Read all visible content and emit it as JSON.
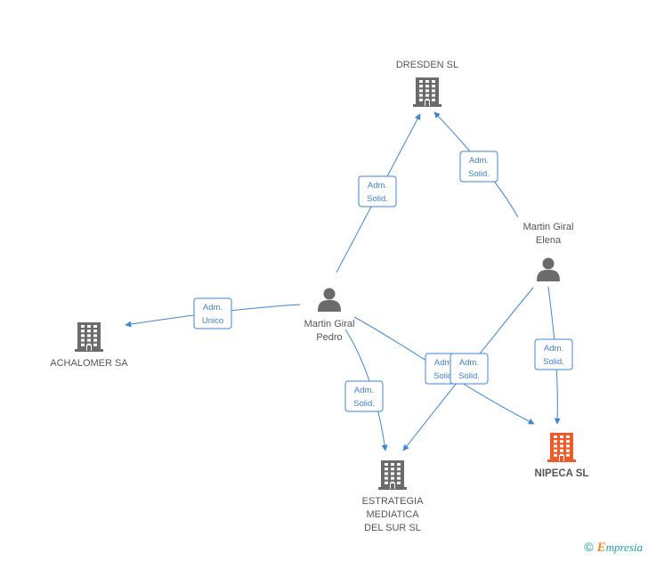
{
  "colors": {
    "edge": "#3d86d8",
    "building": "#6b6b6b",
    "building_highlight": "#f05a28",
    "person": "#6b6b6b"
  },
  "nodes": [
    {
      "id": "dresden",
      "type": "company",
      "icon": "building-icon",
      "lines": [
        "DRESDEN SL"
      ],
      "highlight": false
    },
    {
      "id": "achalomer",
      "type": "company",
      "icon": "building-icon",
      "lines": [
        "ACHALOMER SA"
      ],
      "highlight": false
    },
    {
      "id": "estrategia",
      "type": "company",
      "icon": "building-icon",
      "lines": [
        "ESTRATEGIA",
        "MEDIATICA",
        "DEL SUR SL"
      ],
      "highlight": false
    },
    {
      "id": "nipeca",
      "type": "company",
      "icon": "building-icon",
      "lines": [
        "NIPECA SL"
      ],
      "highlight": true
    },
    {
      "id": "pedro",
      "type": "person",
      "icon": "person-icon",
      "lines": [
        "Martin Giral",
        "Pedro"
      ],
      "highlight": false
    },
    {
      "id": "elena",
      "type": "person",
      "icon": "person-icon",
      "lines": [
        "Martin Giral",
        "Elena"
      ],
      "highlight": false
    }
  ],
  "edges": [
    {
      "from": "pedro",
      "to": "dresden",
      "lines": [
        "Adm.",
        "Solid."
      ]
    },
    {
      "from": "elena",
      "to": "dresden",
      "lines": [
        "Adm.",
        "Solid."
      ]
    },
    {
      "from": "pedro",
      "to": "achalomer",
      "lines": [
        "Adm.",
        "Unico"
      ]
    },
    {
      "from": "pedro",
      "to": "estrategia",
      "lines": [
        "Adm.",
        "Solid."
      ]
    },
    {
      "from": "pedro",
      "to": "nipeca",
      "lines": [
        "Adm.",
        "Solid."
      ]
    },
    {
      "from": "elena",
      "to": "estrategia",
      "lines": [
        "Adm.",
        "Solid."
      ]
    },
    {
      "from": "elena",
      "to": "nipeca",
      "lines": [
        "Adm.",
        "Solid."
      ]
    }
  ],
  "footer": {
    "copyright_symbol": "©",
    "brand_first": "E",
    "brand_rest": "mpresia"
  }
}
